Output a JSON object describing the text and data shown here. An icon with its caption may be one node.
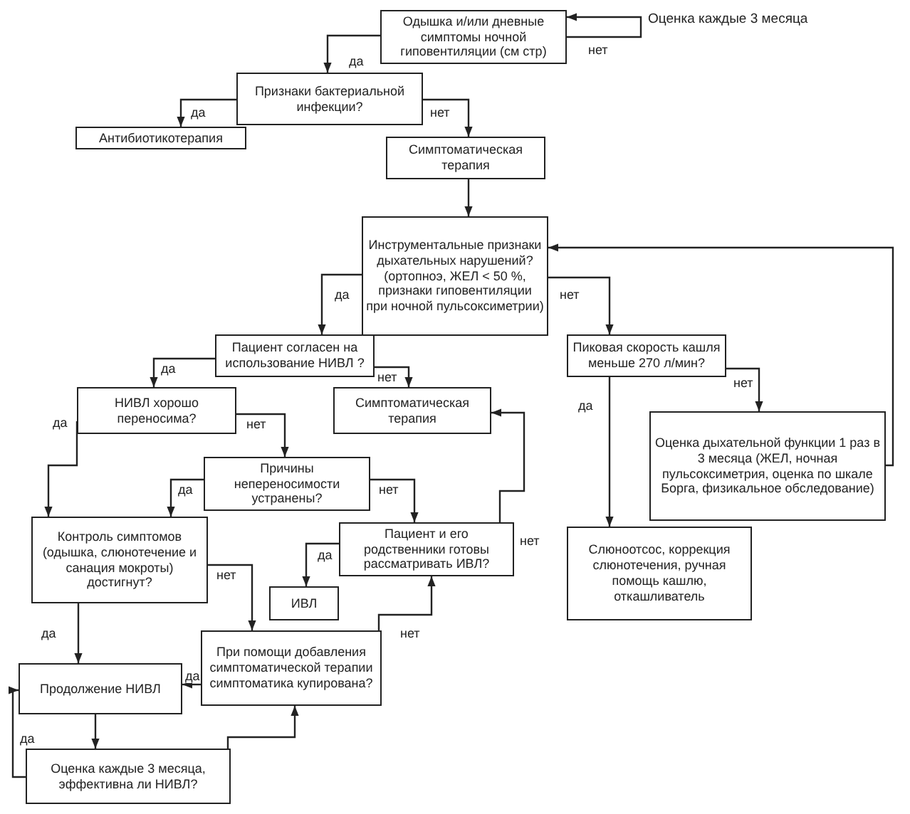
{
  "diagram": {
    "nodes": [
      {
        "text": [
          "Одышка и/или дневные симптомы ночной гиповентиляции (см стр)"
        ]
      },
      {
        "text": [
          "Признаки бактериальной инфекции?"
        ]
      },
      {
        "text": [
          "Антибиотикотерапия"
        ]
      },
      {
        "text": [
          "Симптоматическая терапия"
        ]
      },
      {
        "text": [
          "Инструментальные признаки дыхательных нарушений?",
          "(ортопноэ, ЖЕЛ < 50 %, признаки гиповентиляции при ночной пульсоксиметрии)"
        ]
      },
      {
        "text": [
          "Пациент согласен на использование НИВЛ ?"
        ]
      },
      {
        "text": [
          "Пиковая скорость кашля меньше 270 л/мин?"
        ]
      },
      {
        "text": [
          "НИВЛ хорошо переносима?"
        ]
      },
      {
        "text": [
          "Симптоматическая терапия"
        ]
      },
      {
        "text": [
          "Оценка дыхательной функции 1 раз в 3 месяца (ЖЕЛ, ночная пульсоксиметрия, оценка по шкале Борга, физикальное обследование)"
        ]
      },
      {
        "text": [
          "Причины непереносимости устранены?"
        ]
      },
      {
        "text": [
          "Контроль симптомов (одышка, слюнотечение и санация мокроты) достигнут?"
        ]
      },
      {
        "text": [
          "Пациент и его родственники готовы рассматривать ИВЛ?"
        ]
      },
      {
        "text": [
          "Слюноотсос, коррекция слюнотечения, ручная помощь кашлю, откашливатель"
        ]
      },
      {
        "text": [
          "ИВЛ"
        ]
      },
      {
        "text": [
          "При помощи добавления симптоматической терапии симптоматика купирована?"
        ]
      },
      {
        "text": [
          "Продолжение НИВЛ"
        ]
      },
      {
        "text": [
          "Оценка каждые 3 месяца, эффективна ли НИВЛ?"
        ]
      }
    ],
    "edges": [
      {
        "from": 0,
        "to": 0,
        "arrow": "to",
        "label": "нет"
      },
      {
        "from": 0,
        "to": 1,
        "arrow": "to",
        "label": "да"
      },
      {
        "from": 1,
        "to": 2,
        "arrow": "to",
        "label": "да"
      },
      {
        "from": 1,
        "to": 3,
        "arrow": "to",
        "label": "нет"
      },
      {
        "from": 3,
        "to": 4,
        "arrow": "to"
      },
      {
        "from": 4,
        "to": 5,
        "arrow": "to",
        "label": "да"
      },
      {
        "from": 4,
        "to": 6,
        "arrow": "to",
        "label": "нет"
      },
      {
        "from": 5,
        "to": 7,
        "arrow": "to",
        "label": "да"
      },
      {
        "from": 5,
        "to": 8,
        "arrow": "to",
        "label": "нет"
      },
      {
        "from": 6,
        "to": 13,
        "arrow": "to",
        "label": "да"
      },
      {
        "from": 6,
        "to": 9,
        "arrow": "to",
        "label": "нет"
      },
      {
        "from": 9,
        "to": 4,
        "arrow": "to"
      },
      {
        "from": 7,
        "to": 11,
        "arrow": "to",
        "label": "да"
      },
      {
        "from": 7,
        "to": 10,
        "arrow": "to",
        "label": "нет"
      },
      {
        "from": 10,
        "to": 11,
        "arrow": "to",
        "label": "да"
      },
      {
        "from": 10,
        "to": 12,
        "arrow": "to",
        "label": "нет"
      },
      {
        "from": 12,
        "to": 14,
        "arrow": "to",
        "label": "да"
      },
      {
        "from": 12,
        "to": 8,
        "arrow": "to",
        "label": "нет"
      },
      {
        "from": 11,
        "to": 16,
        "arrow": "to",
        "label": "да"
      },
      {
        "from": 11,
        "to": 15,
        "arrow": "to",
        "label": "нет"
      },
      {
        "from": 15,
        "to": 16,
        "arrow": "to",
        "label": "да"
      },
      {
        "from": 15,
        "to": 12,
        "arrow": "to",
        "label": "нет"
      },
      {
        "from": 16,
        "to": 17,
        "arrow": "to"
      },
      {
        "from": 17,
        "to": 16,
        "arrow": "to",
        "label": "да"
      },
      {
        "from": 17,
        "to": 15,
        "arrow": "to"
      }
    ],
    "labels": [
      "Оценка каждые 3 месяца"
    ]
  }
}
